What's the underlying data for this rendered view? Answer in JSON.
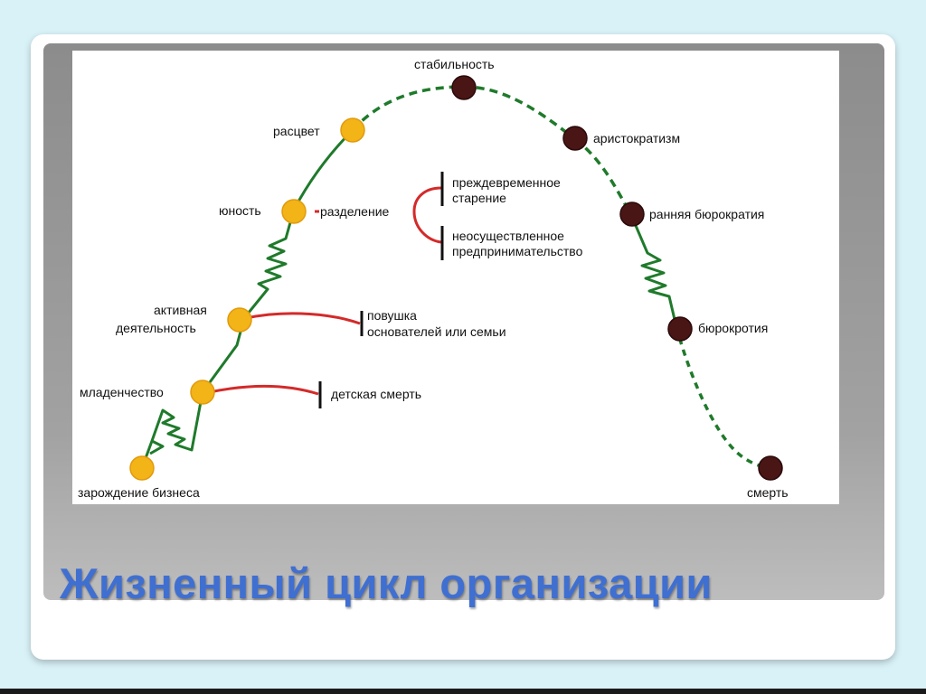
{
  "slide": {
    "title": "Жизненный цикл организации"
  },
  "diagram": {
    "stages": {
      "birth": "зарождение бизнеса",
      "infancy": "младенчество",
      "active_line1": "активная",
      "active_line2": "деятельность",
      "youth": "юность",
      "prime": "расцвет",
      "stability": "стабильность",
      "aristocracy": "аристократизм",
      "early_bureaucracy": "ранняя бюрократия",
      "bureaucracy": "бюрокротия",
      "death": "смерть"
    },
    "traps": {
      "separation": "разделение",
      "premature_aging_line1": "преждевременное",
      "premature_aging_line2": "старение",
      "unfulfilled_line1": "неосуществленное",
      "unfulfilled_line2": "предпринимательство",
      "founder_trap_line1": "повушка",
      "founder_trap_line2": "основателей или семьи",
      "infant_death": "детская смерть"
    },
    "colors": {
      "curve": "#1f7a2b",
      "growth_node": "#f2b417",
      "decline_node": "#4a1515",
      "trap_line": "#d42a2a",
      "title": "#3f6fd1"
    }
  }
}
